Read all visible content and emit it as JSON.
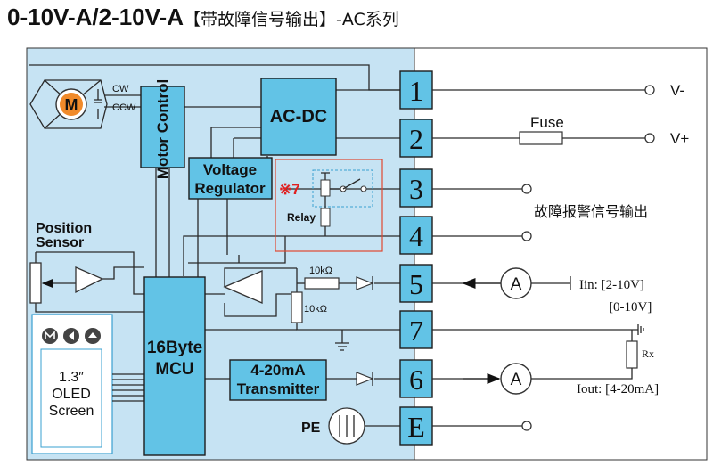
{
  "title": {
    "main": "0-10V-A/2-10V-A",
    "sub": "【带故障信号输出】-AC系列"
  },
  "blocks": {
    "motor_control": "Motor Control",
    "ac_dc": "AC-DC",
    "voltage_regulator_1": "Voltage",
    "voltage_regulator_2": "Regulator",
    "mcu_1": "16Byte",
    "mcu_2": "MCU",
    "transmitter_1": "4-20mA",
    "transmitter_2": "Transmitter",
    "oled_1": "1.3″",
    "oled_2": "OLED",
    "oled_3": "Screen"
  },
  "labels": {
    "cw": "CW",
    "ccw": "CCW",
    "motor": "M",
    "position_1": "Position",
    "position_2": "Sensor",
    "relay_mark": "※7",
    "relay": "Relay",
    "res_top": "10kΩ",
    "res_side": "10kΩ",
    "pe": "PE",
    "fuse": "Fuse",
    "ammeter": "A",
    "rx": "Rx"
  },
  "terminals": [
    "1",
    "2",
    "3",
    "4",
    "5",
    "7",
    "6",
    "E"
  ],
  "external": {
    "v_minus": "V-",
    "v_plus": "V+",
    "fault_output": "故障报警信号输出",
    "iin": "Iin: [2-10V]",
    "iin_alt": "[0-10V]",
    "iout": "Iout: [4-20mA]"
  },
  "colors": {
    "block": "#62c3e6",
    "panel": "#c6e3f3",
    "relay_box": "#e0472f",
    "relay_mark": "#e02020"
  }
}
